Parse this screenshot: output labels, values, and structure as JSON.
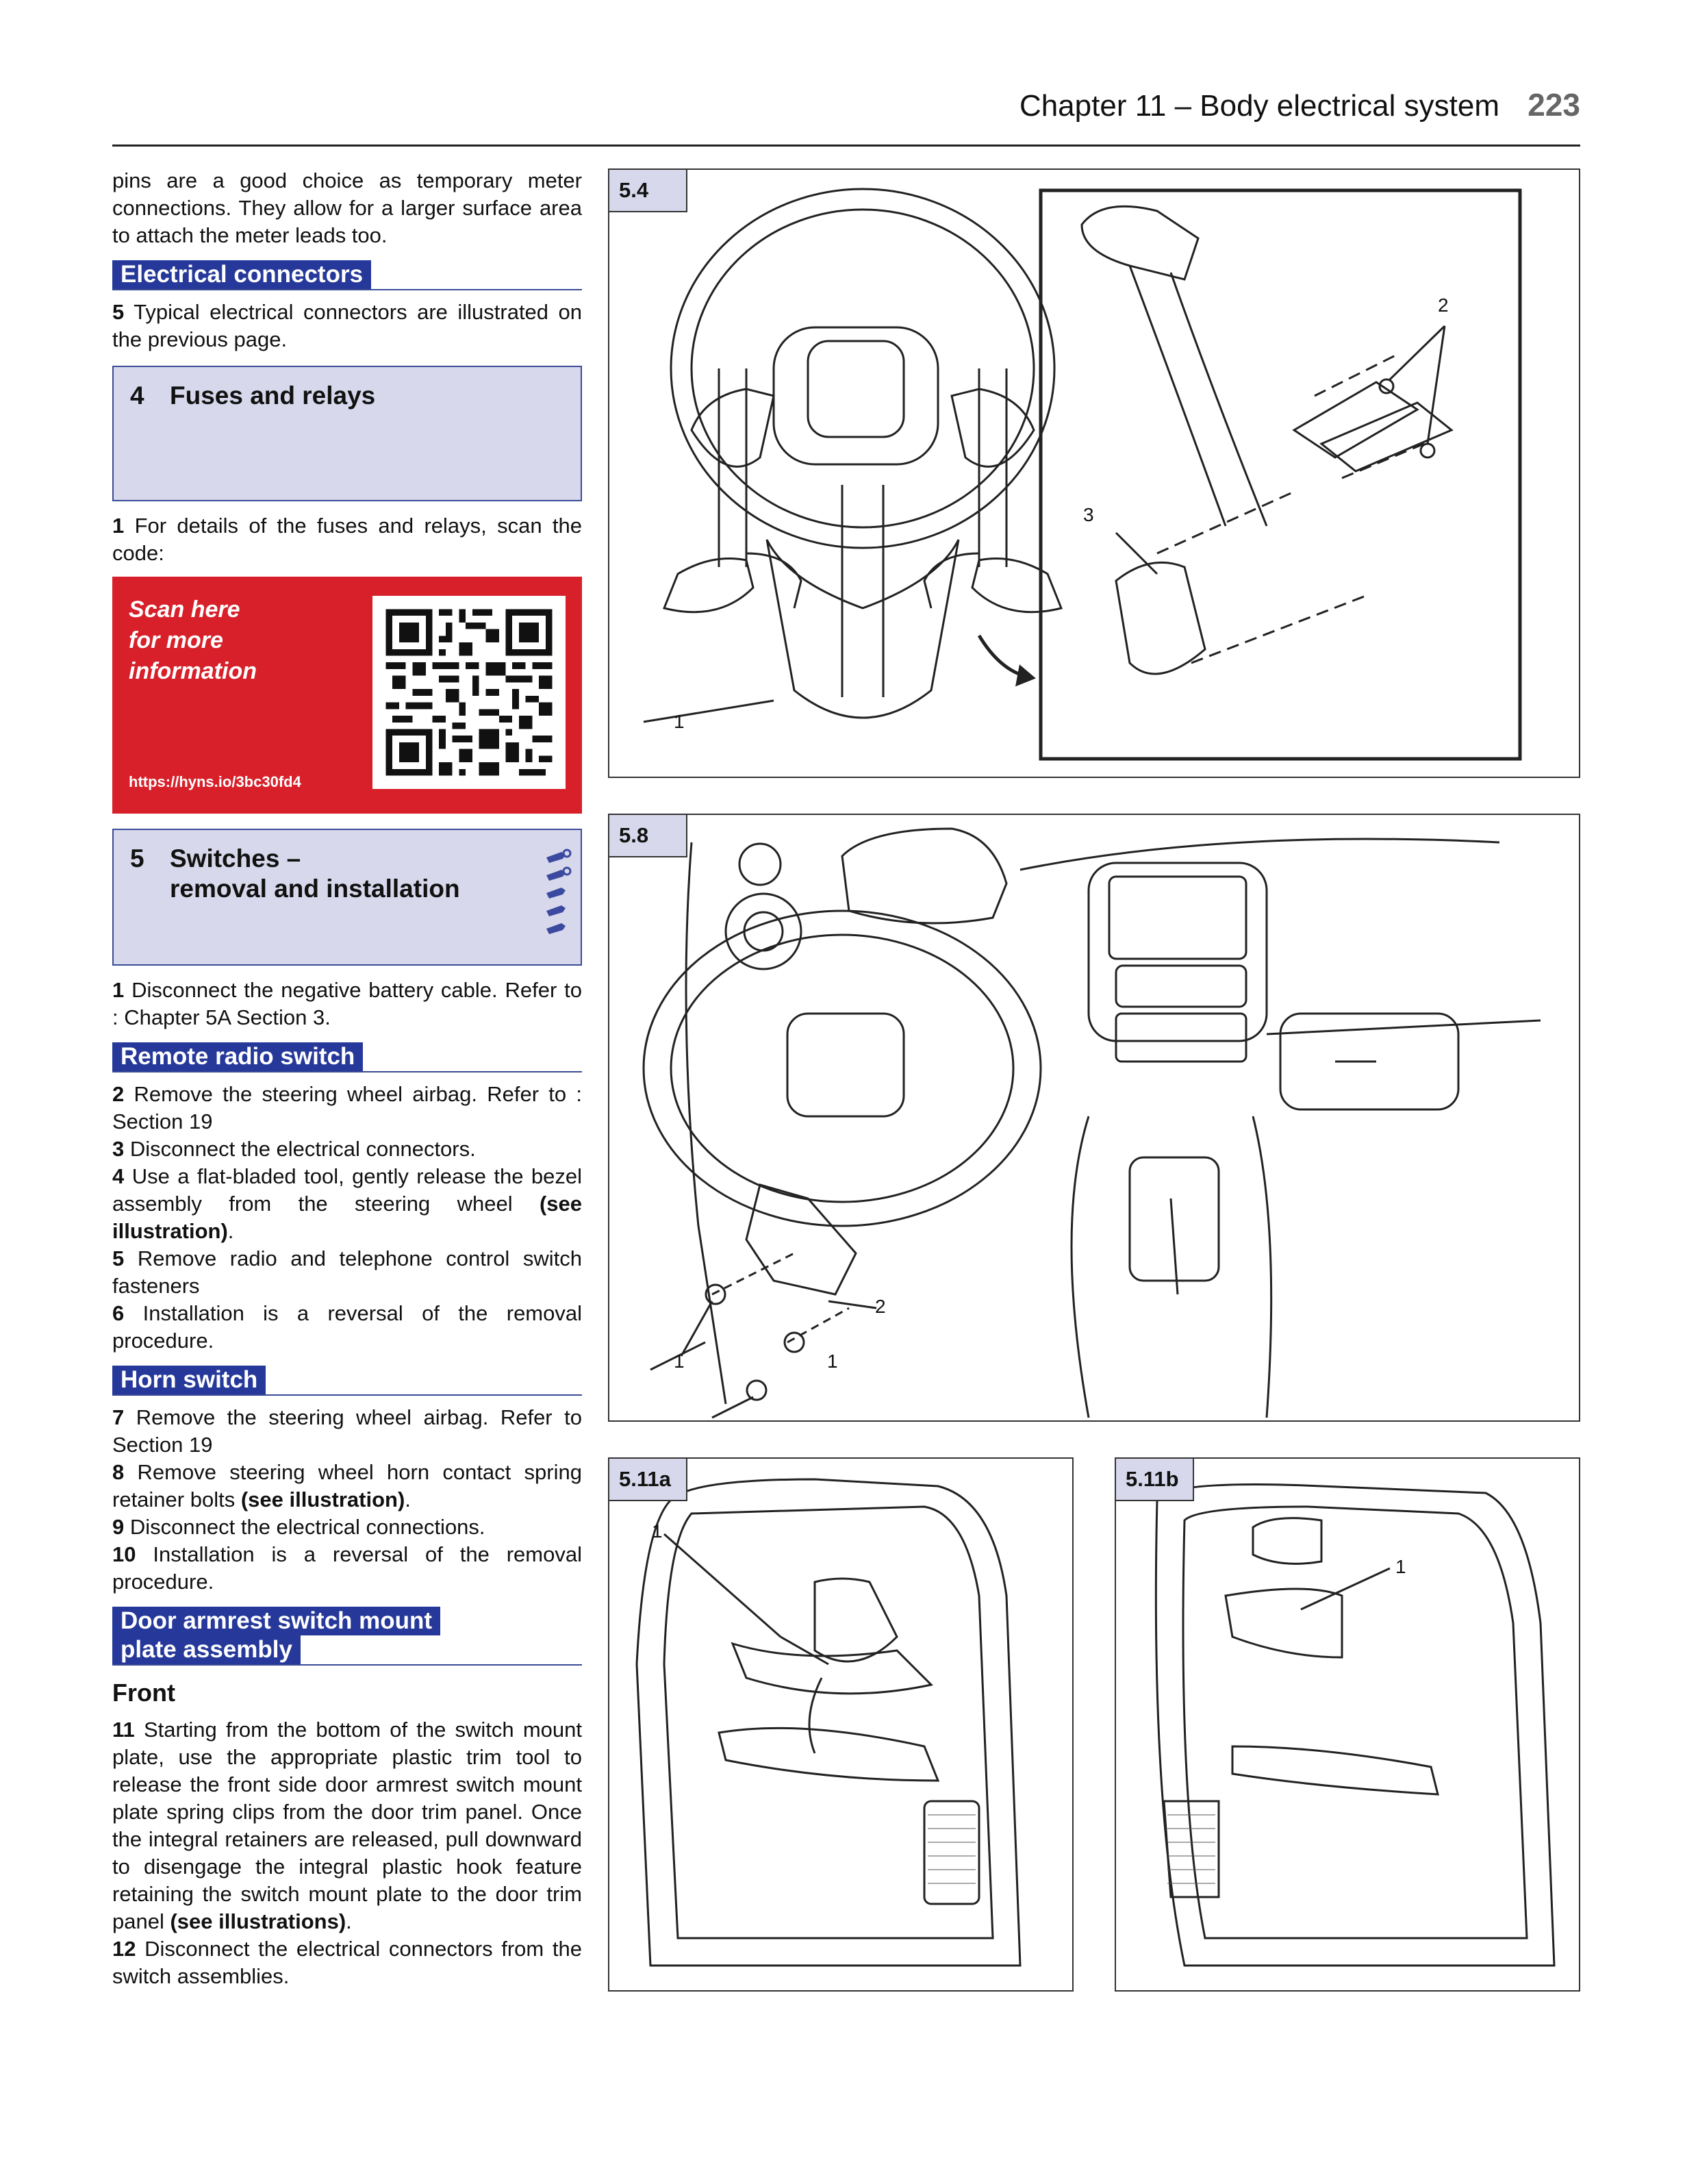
{
  "header": {
    "chapter": "Chapter 11 – Body electrical system",
    "page_number": "223"
  },
  "col": {
    "intro": "pins are a good choice as temporary meter connections. They allow for a larger surface area to attach the meter leads too.",
    "elec_head": "Electrical connectors",
    "elec_num": "5",
    "elec_text": "Typical electrical connectors are illustrated on the previous page.",
    "sec4_num": "4",
    "sec4_title": "Fuses and relays",
    "fuse_num": "1",
    "fuse_text": "For details of the fuses and relays, scan the code:",
    "qr_scan": [
      "Scan here",
      "for more",
      "information"
    ],
    "qr_url": "https://hyns.io/3bc30fd4",
    "sec5_num": "5",
    "sec5_title1": "Switches –",
    "sec5_title2": "removal and installation",
    "s1_num": "1",
    "s1_text": "Disconnect the negative battery cable. Refer to : Chapter 5A Section 3.",
    "radio_head": "Remote radio switch",
    "s2_num": "2",
    "s2_text": "Remove the steering wheel airbag. Refer to : Section 19",
    "s3_num": "3",
    "s3_text": "Disconnect the electrical connectors.",
    "s4_num": "4",
    "s4_text": "Use a flat-bladed tool, gently release the bezel assembly from the steering wheel",
    "s4_bold": "(see illustration)",
    "s5_num": "5",
    "s5_text": "Remove radio and telephone control switch fasteners",
    "s6_num": "6",
    "s6_text": "Installation is a reversal of the removal procedure.",
    "horn_head": "Horn switch",
    "s7_num": "7",
    "s7_text": "Remove the steering wheel airbag. Refer to Section 19",
    "s8_num": "8",
    "s8_text": "Remove steering wheel horn contact spring retainer bolts",
    "s8_bold": "(see illustration)",
    "s9_num": "9",
    "s9_text": "Disconnect the electrical connections.",
    "s10_num": "10",
    "s10_text": "Installation is a reversal of the removal procedure.",
    "door_head1": "Door armrest switch mount",
    "door_head2": "plate assembly",
    "front_head": "Front",
    "s11_num": "11",
    "s11_text": "Starting from the bottom of the switch mount plate, use the appropriate plastic trim tool to release the front side door armrest switch mount plate spring clips from the door trim panel. Once the integral retainers are released, pull downward to disengage the integral plastic hook feature retaining the switch mount plate to the door trim panel",
    "s11_bold": "(see illustrations)",
    "s12_num": "12",
    "s12_text": "Disconnect the electrical connectors from the switch assemblies."
  },
  "figures": {
    "f54": {
      "label": "5.4",
      "callouts": [
        "1",
        "2",
        "3"
      ]
    },
    "f58": {
      "label": "5.8",
      "callouts": [
        "1",
        "1",
        "2"
      ]
    },
    "f511a": {
      "label": "5.11a",
      "callouts": [
        "1"
      ]
    },
    "f511b": {
      "label": "5.11b",
      "callouts": [
        "1"
      ]
    }
  },
  "colors": {
    "accent_blue": "#26399a",
    "box_tint": "#d7d8eb",
    "qr_red": "#d7202a"
  }
}
